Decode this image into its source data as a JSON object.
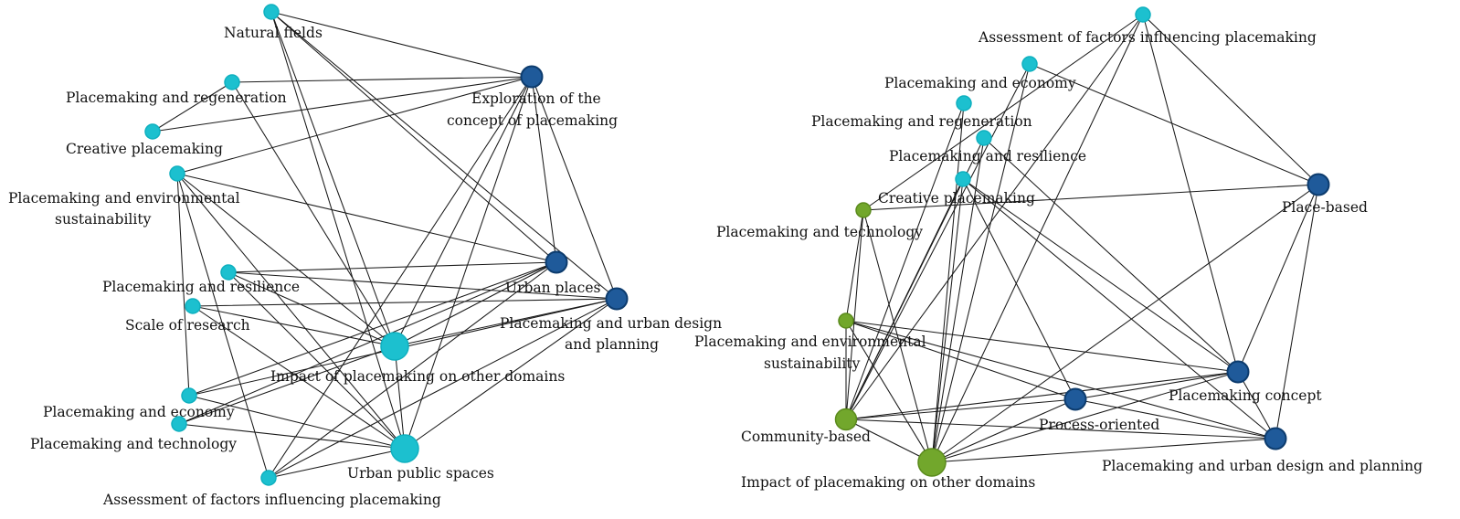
{
  "colors": {
    "cyan": "#1cc0cf",
    "blue": "#1f5a9a",
    "green": "#72a72c"
  },
  "networks": [
    {
      "nodes": [
        {
          "id": "natural",
          "label": "Natural fields",
          "group": "cyan",
          "size": "small"
        },
        {
          "id": "regen",
          "label": "Placemaking and regeneration",
          "group": "cyan",
          "size": "small"
        },
        {
          "id": "creative",
          "label": "Creative placemaking",
          "group": "cyan",
          "size": "small"
        },
        {
          "id": "env",
          "label": "Placemaking and environmental sustainability",
          "label_lines": [
            "Placemaking and environmental",
            "sustainability"
          ],
          "group": "cyan",
          "size": "small"
        },
        {
          "id": "resil",
          "label": "Placemaking and resilience",
          "group": "cyan",
          "size": "small"
        },
        {
          "id": "scale",
          "label": "Scale of research",
          "group": "cyan",
          "size": "small"
        },
        {
          "id": "econ",
          "label": "Placemaking and economy",
          "group": "cyan",
          "size": "small"
        },
        {
          "id": "tech",
          "label": "Placemaking and technology",
          "group": "cyan",
          "size": "small"
        },
        {
          "id": "assess",
          "label": "Assessment of factors influencing placemaking",
          "group": "cyan",
          "size": "small"
        },
        {
          "id": "ups",
          "label": "Urban public spaces",
          "group": "cyan",
          "size": "large"
        },
        {
          "id": "impact",
          "label": "Impact of placemaking on other domains",
          "group": "cyan",
          "size": "large"
        },
        {
          "id": "explore",
          "label": "Exploration of the concept of placemaking",
          "label_lines": [
            "Exploration of the",
            "concept of placemaking"
          ],
          "group": "blue",
          "size": "medium"
        },
        {
          "id": "urban",
          "label": "Urban places",
          "group": "blue",
          "size": "medium"
        },
        {
          "id": "udp",
          "label": "Placemaking and urban design and planning",
          "label_lines": [
            "Placemaking and urban design",
            "and planning"
          ],
          "group": "blue",
          "size": "medium"
        }
      ],
      "edges": [
        [
          "natural",
          "explore"
        ],
        [
          "natural",
          "urban"
        ],
        [
          "natural",
          "udp"
        ],
        [
          "natural",
          "impact"
        ],
        [
          "natural",
          "ups"
        ],
        [
          "regen",
          "explore"
        ],
        [
          "regen",
          "impact"
        ],
        [
          "regen",
          "creative"
        ],
        [
          "creative",
          "explore"
        ],
        [
          "env",
          "explore"
        ],
        [
          "env",
          "urban"
        ],
        [
          "env",
          "impact"
        ],
        [
          "env",
          "ups"
        ],
        [
          "env",
          "econ"
        ],
        [
          "env",
          "assess"
        ],
        [
          "resil",
          "urban"
        ],
        [
          "resil",
          "udp"
        ],
        [
          "resil",
          "ups"
        ],
        [
          "resil",
          "impact"
        ],
        [
          "scale",
          "udp"
        ],
        [
          "scale",
          "impact"
        ],
        [
          "scale",
          "ups"
        ],
        [
          "econ",
          "ups"
        ],
        [
          "econ",
          "udp"
        ],
        [
          "econ",
          "urban"
        ],
        [
          "tech",
          "ups"
        ],
        [
          "tech",
          "impact"
        ],
        [
          "tech",
          "urban"
        ],
        [
          "assess",
          "ups"
        ],
        [
          "assess",
          "udp"
        ],
        [
          "assess",
          "explore"
        ],
        [
          "assess",
          "urban"
        ],
        [
          "explore",
          "impact"
        ],
        [
          "explore",
          "ups"
        ],
        [
          "explore",
          "urban"
        ],
        [
          "explore",
          "udp"
        ],
        [
          "urban",
          "impact"
        ],
        [
          "udp",
          "ups"
        ],
        [
          "udp",
          "impact"
        ],
        [
          "impact",
          "ups"
        ]
      ]
    },
    {
      "nodes": [
        {
          "id": "assess2",
          "label": "Assessment of factors influencing placemaking",
          "group": "cyan",
          "size": "small"
        },
        {
          "id": "econ2",
          "label": "Placemaking and economy",
          "group": "cyan",
          "size": "small"
        },
        {
          "id": "regen2",
          "label": "Placemaking and regeneration",
          "group": "cyan",
          "size": "small"
        },
        {
          "id": "resil2",
          "label": "Placemaking and resilience",
          "group": "cyan",
          "size": "small"
        },
        {
          "id": "creative2",
          "label": "Creative placemaking",
          "group": "cyan",
          "size": "small"
        },
        {
          "id": "place",
          "label": "Place-based",
          "group": "blue",
          "size": "medium"
        },
        {
          "id": "tech2",
          "label": "Placemaking and technology",
          "group": "green",
          "size": "small"
        },
        {
          "id": "env2",
          "label": "Placemaking and environmental sustainability",
          "label_lines": [
            "Placemaking and environmental",
            "sustainability"
          ],
          "group": "green",
          "size": "small"
        },
        {
          "id": "concept",
          "label": "Placemaking concept",
          "group": "blue",
          "size": "medium"
        },
        {
          "id": "process",
          "label": "Process-oriented",
          "group": "blue",
          "size": "medium"
        },
        {
          "id": "community",
          "label": "Community-based",
          "group": "green",
          "size": "medium"
        },
        {
          "id": "impact2",
          "label": "Impact of placemaking on other domains",
          "group": "green",
          "size": "large"
        },
        {
          "id": "udp2",
          "label": "Placemaking and urban design and planning",
          "group": "blue",
          "size": "medium"
        }
      ],
      "edges": [
        [
          "assess2",
          "place"
        ],
        [
          "assess2",
          "concept"
        ],
        [
          "assess2",
          "impact2"
        ],
        [
          "assess2",
          "community"
        ],
        [
          "assess2",
          "tech2"
        ],
        [
          "econ2",
          "place"
        ],
        [
          "econ2",
          "impact2"
        ],
        [
          "econ2",
          "community"
        ],
        [
          "regen2",
          "impact2"
        ],
        [
          "regen2",
          "community"
        ],
        [
          "resil2",
          "concept"
        ],
        [
          "resil2",
          "impact2"
        ],
        [
          "resil2",
          "community"
        ],
        [
          "creative2",
          "process"
        ],
        [
          "creative2",
          "impact2"
        ],
        [
          "creative2",
          "udp2"
        ],
        [
          "creative2",
          "community"
        ],
        [
          "creative2",
          "concept"
        ],
        [
          "tech2",
          "place"
        ],
        [
          "tech2",
          "community"
        ],
        [
          "tech2",
          "impact2"
        ],
        [
          "tech2",
          "env2"
        ],
        [
          "env2",
          "community"
        ],
        [
          "env2",
          "impact2"
        ],
        [
          "env2",
          "concept"
        ],
        [
          "community",
          "process"
        ],
        [
          "community",
          "impact2"
        ],
        [
          "community",
          "concept"
        ],
        [
          "community",
          "udp2"
        ],
        [
          "impact2",
          "process"
        ],
        [
          "impact2",
          "concept"
        ],
        [
          "impact2",
          "place"
        ],
        [
          "impact2",
          "udp2"
        ],
        [
          "process",
          "udp2"
        ],
        [
          "process",
          "concept"
        ],
        [
          "place",
          "concept"
        ],
        [
          "place",
          "udp2"
        ],
        [
          "concept",
          "udp2"
        ],
        [
          "env2",
          "process"
        ],
        [
          "env2",
          "udp2"
        ]
      ]
    }
  ]
}
